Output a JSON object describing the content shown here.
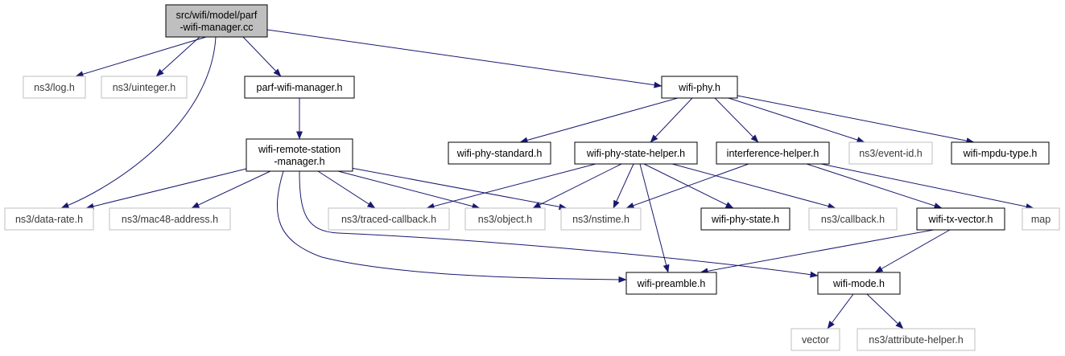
{
  "colors": {
    "edge": "#191970",
    "root_fill": "#bfbfbf",
    "local_border": "#000000",
    "external_border": "#bfbfbf"
  },
  "nodes": [
    {
      "id": "root",
      "lines": [
        "src/wifi/model/parf",
        "-wifi-manager.cc"
      ],
      "kind": "root"
    },
    {
      "id": "log",
      "lines": [
        "ns3/log.h"
      ],
      "kind": "external"
    },
    {
      "id": "uinteger",
      "lines": [
        "ns3/uinteger.h"
      ],
      "kind": "external"
    },
    {
      "id": "parf",
      "lines": [
        "parf-wifi-manager.h"
      ],
      "kind": "local"
    },
    {
      "id": "wifiphy",
      "lines": [
        "wifi-phy.h"
      ],
      "kind": "local"
    },
    {
      "id": "wrsm",
      "lines": [
        "wifi-remote-station",
        "-manager.h"
      ],
      "kind": "local"
    },
    {
      "id": "phystd",
      "lines": [
        "wifi-phy-standard.h"
      ],
      "kind": "local"
    },
    {
      "id": "pshelper",
      "lines": [
        "wifi-phy-state-helper.h"
      ],
      "kind": "local"
    },
    {
      "id": "interf",
      "lines": [
        "interference-helper.h"
      ],
      "kind": "local"
    },
    {
      "id": "eventid",
      "lines": [
        "ns3/event-id.h"
      ],
      "kind": "external"
    },
    {
      "id": "mpdu",
      "lines": [
        "wifi-mpdu-type.h"
      ],
      "kind": "local"
    },
    {
      "id": "datarate",
      "lines": [
        "ns3/data-rate.h"
      ],
      "kind": "external"
    },
    {
      "id": "mac48",
      "lines": [
        "ns3/mac48-address.h"
      ],
      "kind": "external"
    },
    {
      "id": "traced",
      "lines": [
        "ns3/traced-callback.h"
      ],
      "kind": "external"
    },
    {
      "id": "object",
      "lines": [
        "ns3/object.h"
      ],
      "kind": "external"
    },
    {
      "id": "nstime",
      "lines": [
        "ns3/nstime.h"
      ],
      "kind": "external"
    },
    {
      "id": "phystate",
      "lines": [
        "wifi-phy-state.h"
      ],
      "kind": "local"
    },
    {
      "id": "callback",
      "lines": [
        "ns3/callback.h"
      ],
      "kind": "external"
    },
    {
      "id": "txvector",
      "lines": [
        "wifi-tx-vector.h"
      ],
      "kind": "local"
    },
    {
      "id": "map",
      "lines": [
        "map"
      ],
      "kind": "external"
    },
    {
      "id": "preamble",
      "lines": [
        "wifi-preamble.h"
      ],
      "kind": "local"
    },
    {
      "id": "mode",
      "lines": [
        "wifi-mode.h"
      ],
      "kind": "local"
    },
    {
      "id": "vector",
      "lines": [
        "vector"
      ],
      "kind": "external"
    },
    {
      "id": "attrhelper",
      "lines": [
        "ns3/attribute-helper.h"
      ],
      "kind": "external"
    }
  ],
  "edges": [
    [
      "root",
      "log"
    ],
    [
      "root",
      "uinteger"
    ],
    [
      "root",
      "parf"
    ],
    [
      "root",
      "wifiphy"
    ],
    [
      "root",
      "datarate"
    ],
    [
      "parf",
      "wrsm"
    ],
    [
      "wifiphy",
      "phystd"
    ],
    [
      "wifiphy",
      "pshelper"
    ],
    [
      "wifiphy",
      "interf"
    ],
    [
      "wifiphy",
      "eventid"
    ],
    [
      "wifiphy",
      "mpdu"
    ],
    [
      "wrsm",
      "datarate"
    ],
    [
      "wrsm",
      "mac48"
    ],
    [
      "wrsm",
      "traced"
    ],
    [
      "wrsm",
      "object"
    ],
    [
      "wrsm",
      "nstime"
    ],
    [
      "wrsm",
      "preamble"
    ],
    [
      "wrsm",
      "mode"
    ],
    [
      "pshelper",
      "traced"
    ],
    [
      "pshelper",
      "object"
    ],
    [
      "pshelper",
      "nstime"
    ],
    [
      "pshelper",
      "phystate"
    ],
    [
      "pshelper",
      "callback"
    ],
    [
      "pshelper",
      "preamble"
    ],
    [
      "interf",
      "nstime"
    ],
    [
      "interf",
      "txvector"
    ],
    [
      "interf",
      "map"
    ],
    [
      "txvector",
      "preamble"
    ],
    [
      "txvector",
      "mode"
    ],
    [
      "mode",
      "vector"
    ],
    [
      "mode",
      "attrhelper"
    ]
  ]
}
